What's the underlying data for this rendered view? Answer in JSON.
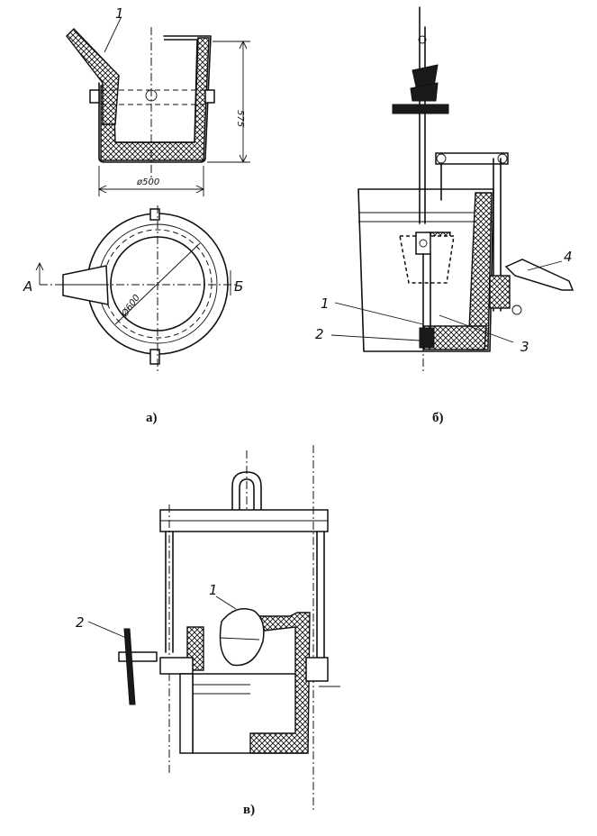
{
  "figure": {
    "captions": {
      "a": "а)",
      "b": "б)",
      "v": "в)"
    },
    "view_a": {
      "callouts": [
        "1"
      ],
      "dimension_height": "575",
      "dimension_diameter": "ø500",
      "dimension_inner_diameter": "Ø600",
      "section_left": "А",
      "section_right": "Б"
    },
    "view_b": {
      "callouts": [
        "1",
        "2",
        "3",
        "4"
      ]
    },
    "view_v": {
      "callouts": [
        "1",
        "2"
      ]
    }
  }
}
